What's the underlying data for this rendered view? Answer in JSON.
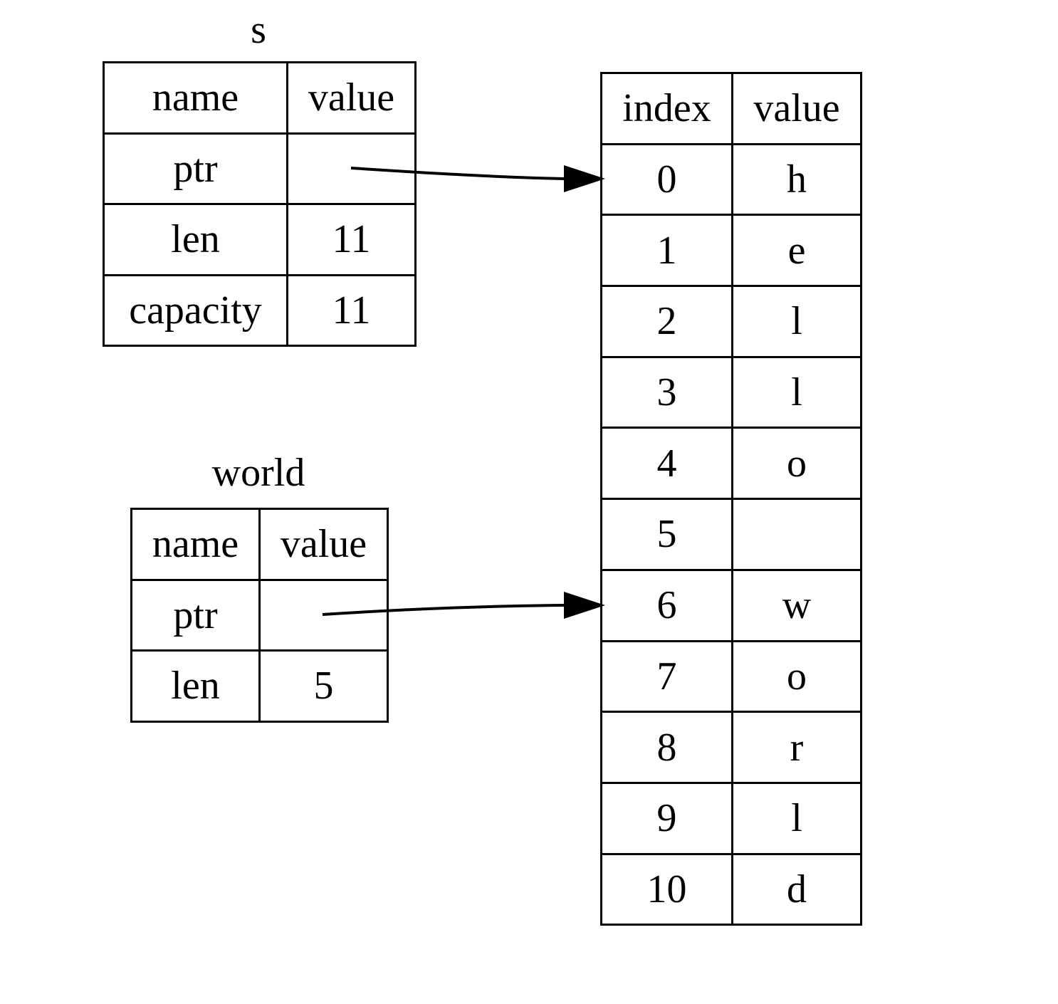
{
  "s": {
    "title": "s",
    "headers": [
      "name",
      "value"
    ],
    "rows": [
      [
        "ptr",
        ""
      ],
      [
        "len",
        "11"
      ],
      [
        "capacity",
        "11"
      ]
    ]
  },
  "world": {
    "title": "world",
    "headers": [
      "name",
      "value"
    ],
    "rows": [
      [
        "ptr",
        ""
      ],
      [
        "len",
        "5"
      ]
    ]
  },
  "heap": {
    "headers": [
      "index",
      "value"
    ],
    "rows": [
      [
        "0",
        "h"
      ],
      [
        "1",
        "e"
      ],
      [
        "2",
        "l"
      ],
      [
        "3",
        "l"
      ],
      [
        "4",
        "o"
      ],
      [
        "5",
        ""
      ],
      [
        "6",
        "w"
      ],
      [
        "7",
        "o"
      ],
      [
        "8",
        "r"
      ],
      [
        "9",
        "l"
      ],
      [
        "10",
        "d"
      ]
    ]
  },
  "pointers": [
    {
      "from": "s.ptr",
      "to_index": "0"
    },
    {
      "from": "world.ptr",
      "to_index": "6"
    }
  ]
}
